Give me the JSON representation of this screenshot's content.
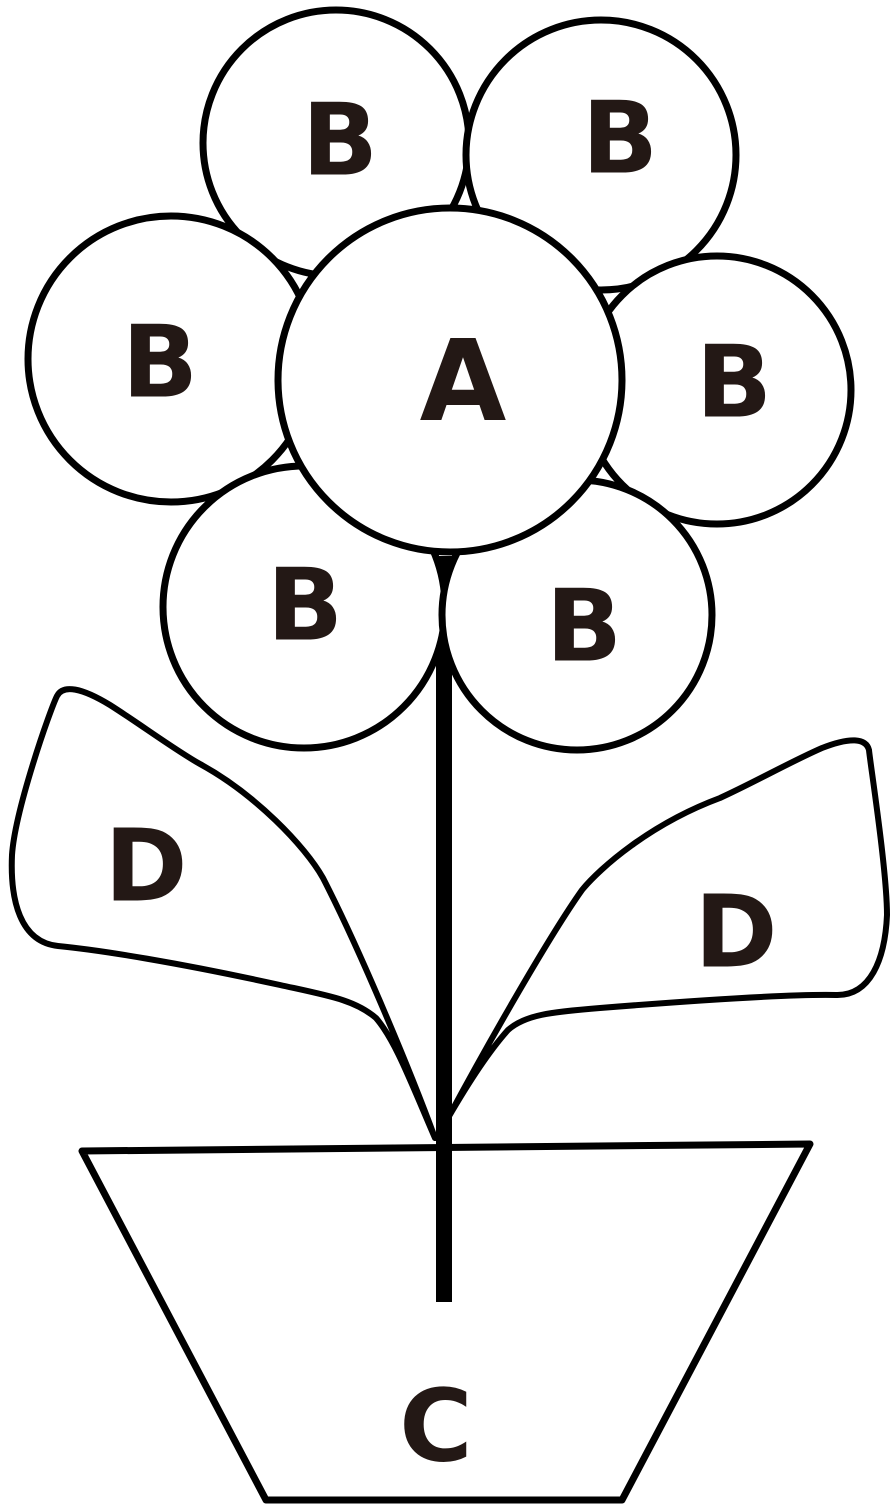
{
  "labels": {
    "center": "A",
    "petal": "B",
    "pot": "C",
    "leaf": "D"
  },
  "colors": {
    "stroke": "#000000",
    "text": "#231815",
    "background": "#ffffff"
  }
}
